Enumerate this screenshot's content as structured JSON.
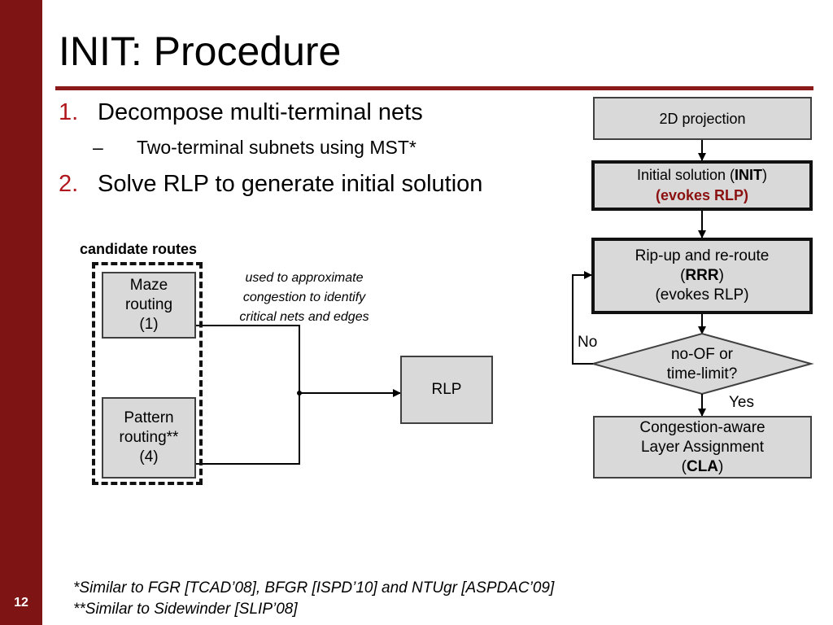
{
  "slide": {
    "number": "12",
    "title": "INIT: Procedure"
  },
  "bullets": [
    {
      "num": "1.",
      "text": "Decompose multi-terminal nets"
    },
    {
      "dash": "–",
      "text": "Two-terminal subnets using MST*"
    },
    {
      "num": "2.",
      "text": "Solve RLP to generate initial solution"
    }
  ],
  "candidates": {
    "label": "candidate routes",
    "maze": [
      "Maze",
      "routing",
      "(1)"
    ],
    "pattern": [
      "Pattern",
      "routing**",
      "(4)"
    ],
    "note": [
      "used to approximate",
      "congestion to identify",
      "critical nets and edges"
    ],
    "rlp": "RLP"
  },
  "flow": {
    "projection": "2D projection",
    "init_pre": "Initial solution (",
    "init_bold": "INIT",
    "init_post": ")",
    "init_evokes": "(evokes RLP)",
    "rrr_line1": "Rip-up and re-route",
    "rrr_open": "(",
    "rrr_bold": "RRR",
    "rrr_close": ")",
    "rrr_evokes": "(evokes RLP)",
    "decision_line1": "no-OF or",
    "decision_line2": "time-limit?",
    "no": "No",
    "yes": "Yes",
    "cla_line1": "Congestion-aware",
    "cla_line2": "Layer Assignment",
    "cla_open": "(",
    "cla_bold": "CLA",
    "cla_close": ")"
  },
  "footnotes": [
    "*Similar to FGR [TCAD’08], BFGR [ISPD’10] and NTUgr [ASPDAC’09]",
    "**Similar to Sidewinder [SLIP’08]"
  ],
  "colors": {
    "sidebar": "#7f1414",
    "accent": "#b0161b",
    "box_fill": "#d9d9d9"
  }
}
